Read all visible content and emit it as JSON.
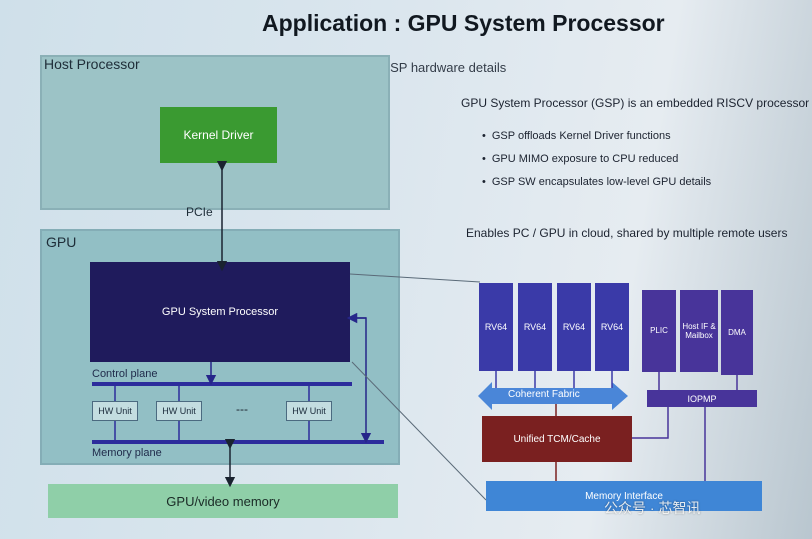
{
  "title": "Application : GPU System Processor",
  "subtitle": "GSP hardware details",
  "host": {
    "label": "Host Processor",
    "kernel_driver": "Kernel Driver",
    "link": "PCIe"
  },
  "gpu": {
    "label": "GPU",
    "gsp": "GPU System Processor",
    "control_plane": "Control plane",
    "memory_plane": "Memory plane",
    "hw_units": [
      "HW Unit",
      "HW Unit",
      "HW Unit"
    ],
    "ellipsis": "---"
  },
  "video_memory": "GPU/video memory",
  "description": {
    "heading": "GPU System Processor (GSP) is an embedded RISCV processor",
    "bullets": [
      "GSP offloads Kernel Driver functions",
      "GPU MIMO exposure to CPU reduced",
      "GSP SW encapsulates low-level GPU details"
    ],
    "footer": "Enables PC / GPU in cloud, shared by multiple remote users"
  },
  "detail": {
    "cores": [
      "RV64",
      "RV64",
      "RV64",
      "RV64"
    ],
    "plic": "PLIC",
    "host_if": "Host IF & Mailbox",
    "dma": "DMA",
    "fabric": "Coherent Fabric",
    "iopmp": "IOPMP",
    "tcm": "Unified TCM/Cache",
    "memory_interface": "Memory Interface"
  },
  "watermark": "公众号 · 芯智讯",
  "colors": {
    "host_bg": "#9cc3c6",
    "kernel": "#3a9a31",
    "gsp": "#1f1b5c",
    "plane_bus": "#2c2c9c",
    "rv64": "#3a3aa8",
    "peripheral": "#48349a",
    "fabric": "#4a86d8",
    "tcm": "#7a2020",
    "memory_interface": "#3f86d6",
    "video_memory": "#8fcfa8"
  }
}
